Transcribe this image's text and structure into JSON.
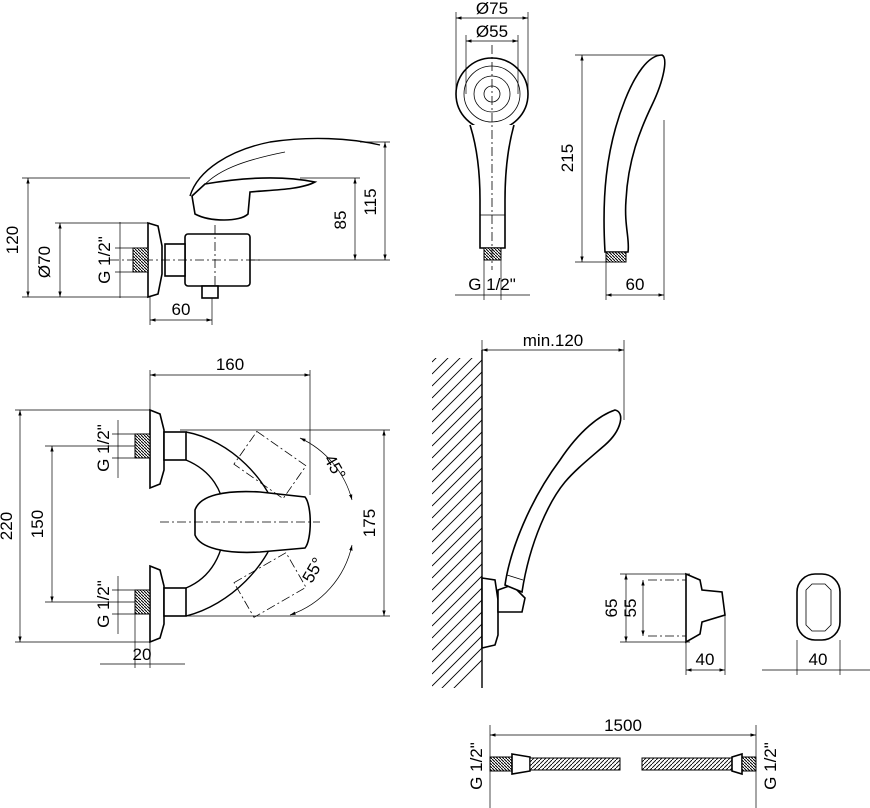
{
  "colors": {
    "line": "#000000",
    "background": "#ffffff"
  },
  "mixer_side": {
    "h_120": "120",
    "d_70": "Ø70",
    "thread": "G 1/2\"",
    "h_85": "85",
    "h_115": "115",
    "w_60": "60"
  },
  "hand_shower": {
    "d_75": "Ø75",
    "d_55": "Ø55",
    "thread": "G 1/2\"",
    "length_215": "215",
    "depth_60": "60"
  },
  "mixer_top": {
    "w_160": "160",
    "h_220": "220",
    "spacing_150": "150",
    "h_175": "175",
    "offset_20": "20",
    "thread_top": "G 1/2\"",
    "thread_bottom": "G 1/2\"",
    "angle_45": "45°",
    "angle_55": "55°"
  },
  "wall_mount": {
    "min_120": "min.120"
  },
  "holder": {
    "h_65": "65",
    "h_55": "55",
    "w_40": "40",
    "front_w_40": "40"
  },
  "hose": {
    "length_1500": "1500",
    "thread_left": "G 1/2\"",
    "thread_right": "G 1/2\""
  }
}
